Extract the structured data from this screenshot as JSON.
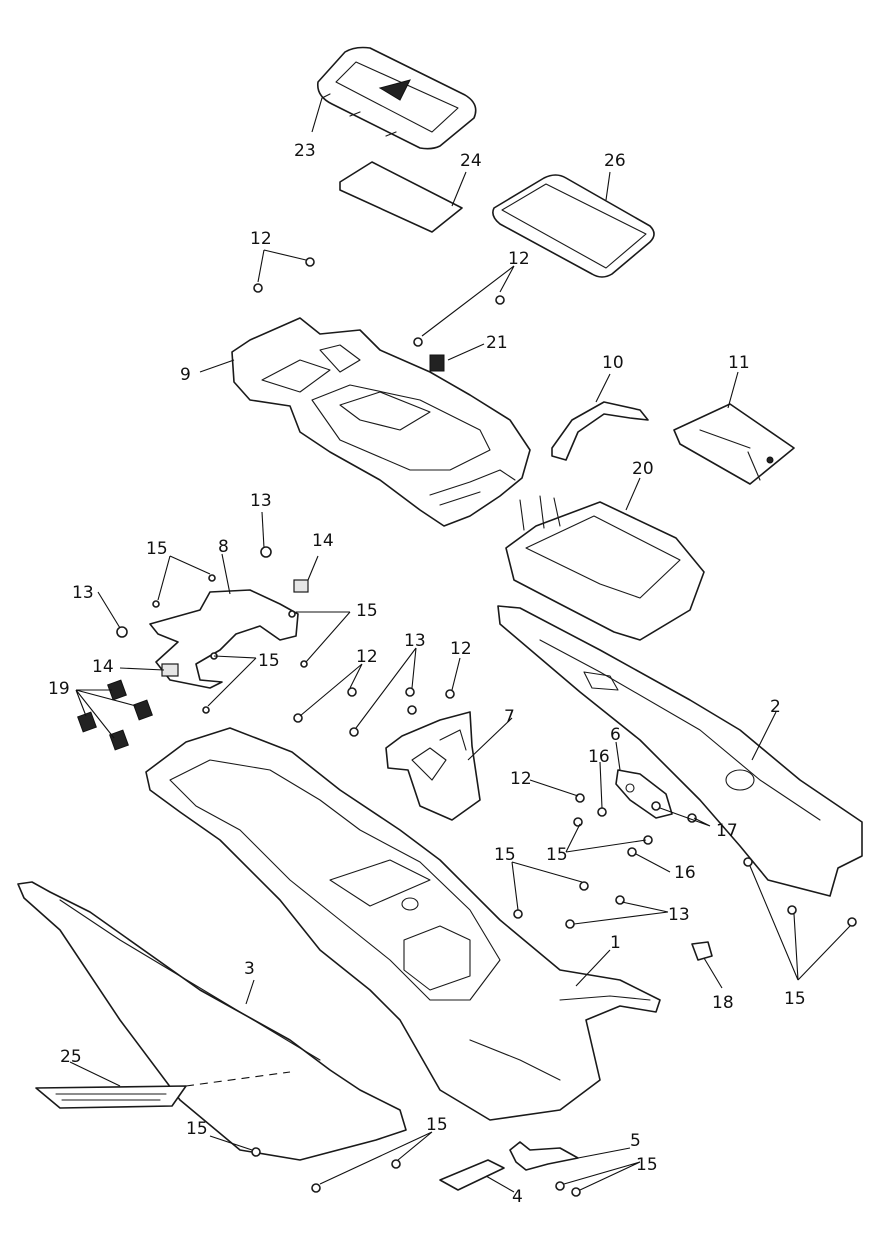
{
  "callouts": {
    "c1": "1",
    "c2": "2",
    "c3": "3",
    "c4": "4",
    "c5": "5",
    "c6": "6",
    "c7": "7",
    "c8": "8",
    "c9": "9",
    "c10": "10",
    "c11": "11",
    "c12a": "12",
    "c12b": "12",
    "c12c": "12",
    "c12d": "12",
    "c12e": "12",
    "c13a": "13",
    "c13b": "13",
    "c13c": "13",
    "c13d": "13",
    "c14a": "14",
    "c14b": "14",
    "c15a": "15",
    "c15b": "15",
    "c15c": "15",
    "c15d": "15",
    "c15e": "15",
    "c15f": "15",
    "c15g": "15",
    "c15h": "15",
    "c16a": "16",
    "c16b": "16",
    "c17": "17",
    "c18": "18",
    "c19": "19",
    "c20": "20",
    "c21": "21",
    "c23": "23",
    "c24": "24",
    "c25": "25",
    "c26": "26"
  }
}
